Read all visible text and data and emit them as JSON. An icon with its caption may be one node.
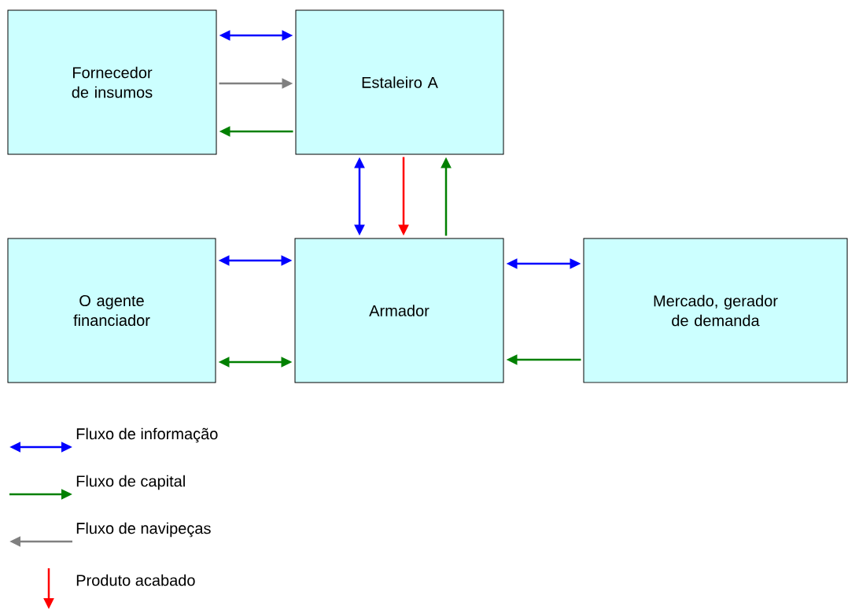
{
  "diagram": {
    "nodes": [
      {
        "text": [
          "Fornecedor de insumos"
        ]
      },
      {
        "text": [
          "Estaleiro A"
        ]
      },
      {
        "text": [
          "O agente financiador"
        ]
      },
      {
        "text": [
          "Armador"
        ]
      },
      {
        "text": [
          "Mercado, gerador de demanda"
        ]
      }
    ],
    "edges": [
      {
        "from": 0,
        "to": 1,
        "arrow": "both"
      },
      {
        "from": 0,
        "to": 1,
        "arrow": "to",
        "color": "#808080"
      },
      {
        "from": 1,
        "to": 0,
        "arrow": "to",
        "color": "#008000"
      },
      {
        "from": 1,
        "to": 3,
        "arrow": "both"
      },
      {
        "from": 1,
        "to": 3,
        "arrow": "to",
        "color": "#ff0000"
      },
      {
        "from": 3,
        "to": 1,
        "arrow": "to",
        "color": "#008000"
      },
      {
        "from": 2,
        "to": 3,
        "arrow": "both"
      },
      {
        "from": 2,
        "to": 3,
        "arrow": "both",
        "color": "#008000"
      },
      {
        "from": 3,
        "to": 4,
        "arrow": "both"
      },
      {
        "from": 4,
        "to": 3,
        "arrow": "to",
        "color": "#008000"
      }
    ],
    "legend": [
      {
        "text": "Fluxo de informação"
      },
      {
        "text": "Fluxo de capital"
      },
      {
        "text": "Fluxo de navipeças"
      },
      {
        "text": "Produto acabado"
      }
    ]
  }
}
